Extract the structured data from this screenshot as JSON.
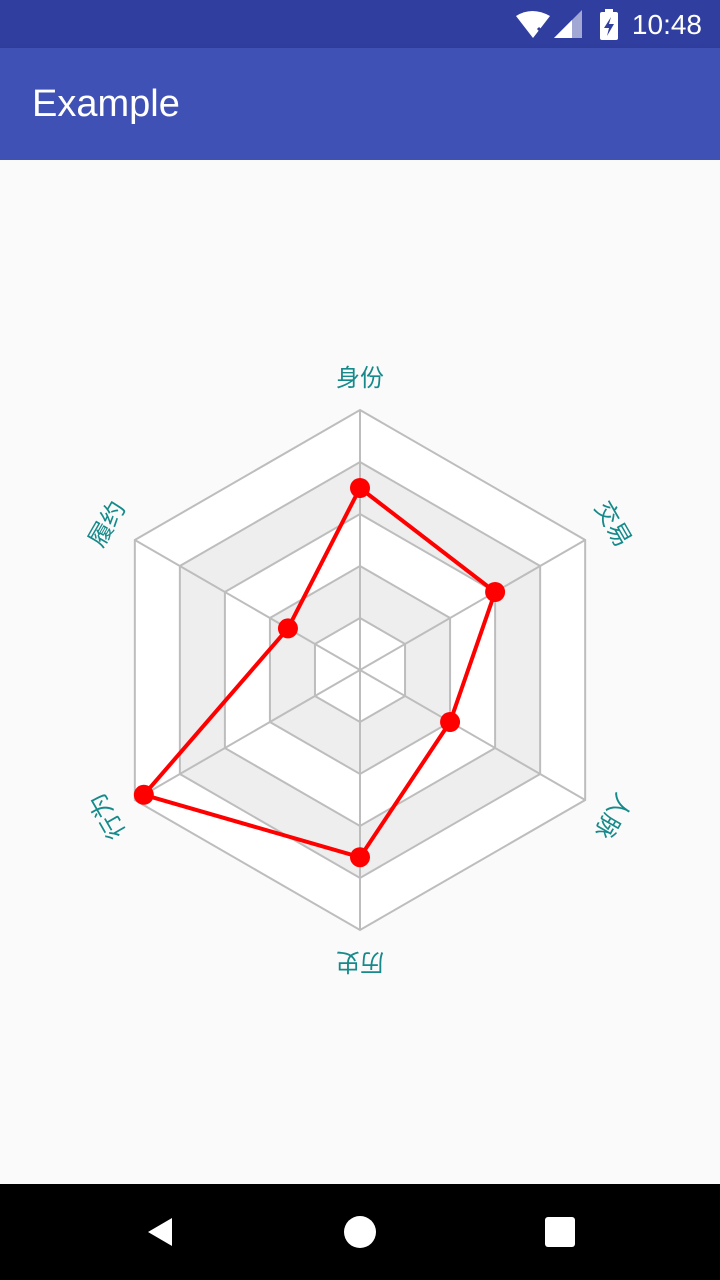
{
  "status_bar": {
    "time": "10:48",
    "icons": [
      "wifi-off-icon",
      "signal-icon",
      "battery-charging-icon"
    ]
  },
  "app_bar": {
    "title": "Example"
  },
  "chart_data": {
    "type": "radar",
    "axes": [
      "身份",
      "交易",
      "人脉",
      "历史",
      "行为",
      "履约"
    ],
    "levels": 5,
    "max": 5,
    "series": [
      {
        "color": "#ff0000",
        "values": [
          3.5,
          3.0,
          2.0,
          3.6,
          4.8,
          1.6
        ]
      }
    ],
    "colors": {
      "grid": "#bdbdbd",
      "band_fill": "#eeeeee",
      "label": "#168a8a",
      "series": "#ff0000"
    }
  },
  "nav_bar": {
    "icons": [
      "back-icon",
      "home-icon",
      "recents-icon"
    ]
  }
}
